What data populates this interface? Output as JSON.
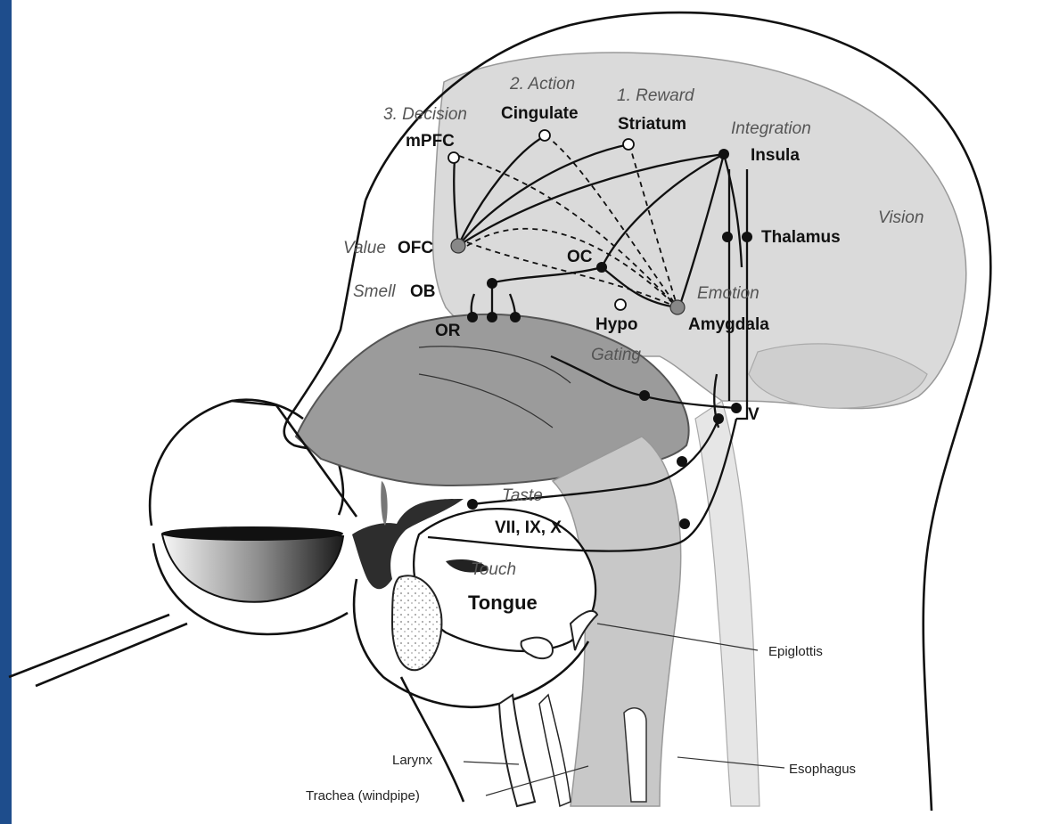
{
  "colors": {
    "side_bar": "#1e4d8c",
    "brain": "#dadada",
    "nasal": "#9b9b9b",
    "pharynx": "#c8c8c8",
    "outline": "#111111",
    "italic_label": "#555555"
  },
  "labels": {
    "decision": "3. Decision",
    "action": "2. Action",
    "reward": "1. Reward",
    "integration": "Integration",
    "mpfc": "mPFC",
    "cingulate": "Cingulate",
    "striatum": "Striatum",
    "insula": "Insula",
    "vision": "Vision",
    "value": "Value",
    "ofc": "OFC",
    "thalamus": "Thalamus",
    "oc": "OC",
    "smell": "Smell",
    "ob": "OB",
    "emotion": "Emotion",
    "hypo": "Hypo",
    "amygdala": "Amygdala",
    "or": "OR",
    "gating": "Gating",
    "v": "V",
    "taste": "Taste",
    "cranial_nerves": "VII, IX, X",
    "touch": "Touch",
    "tongue": "Tongue",
    "epiglottis": "Epiglottis",
    "larynx": "Larynx",
    "esophagus": "Esophagus",
    "trachea": "Trachea (windpipe)"
  }
}
